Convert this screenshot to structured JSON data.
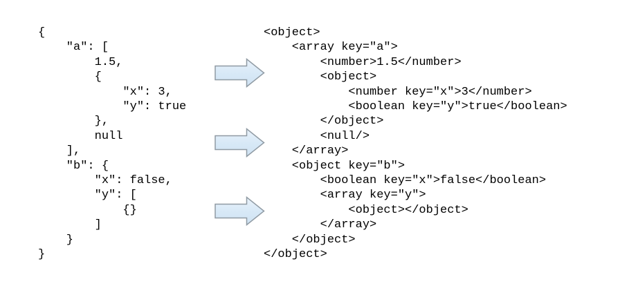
{
  "diagram": {
    "title": "json-to-xml-mapping",
    "background_color": "#ffffff",
    "text_color": "#000000",
    "arrow_style": {
      "fill": "#d8e9f7",
      "fill_light": "#eaf2fa",
      "fill_dark": "#cfe2f2",
      "stroke": "#8f9aa3"
    },
    "json_panel": {
      "lines": [
        "{",
        "    \"a\": [",
        "        1.5,",
        "        {",
        "            \"x\": 3,",
        "            \"y\": true",
        "        },",
        "        null",
        "    ],",
        "    \"b\": {",
        "        \"x\": false,",
        "        \"y\": [",
        "            {}",
        "        ]",
        "    }",
        "}"
      ]
    },
    "xml_panel": {
      "lines": [
        "<object>",
        "    <array key=\"a\">",
        "        <number>1.5</number>",
        "        <object>",
        "            <number key=\"x\">3</number>",
        "            <boolean key=\"y\">true</boolean>",
        "        </object>",
        "        <null/>",
        "    </array>",
        "    <object key=\"b\">",
        "        <boolean key=\"x\">false</boolean>",
        "        <array key=\"y\">",
        "            <object></object>",
        "        </array>",
        "    </object>",
        "</object>"
      ]
    },
    "arrows": [
      {
        "name": "transform-arrow-1"
      },
      {
        "name": "transform-arrow-2"
      },
      {
        "name": "transform-arrow-3"
      }
    ]
  }
}
